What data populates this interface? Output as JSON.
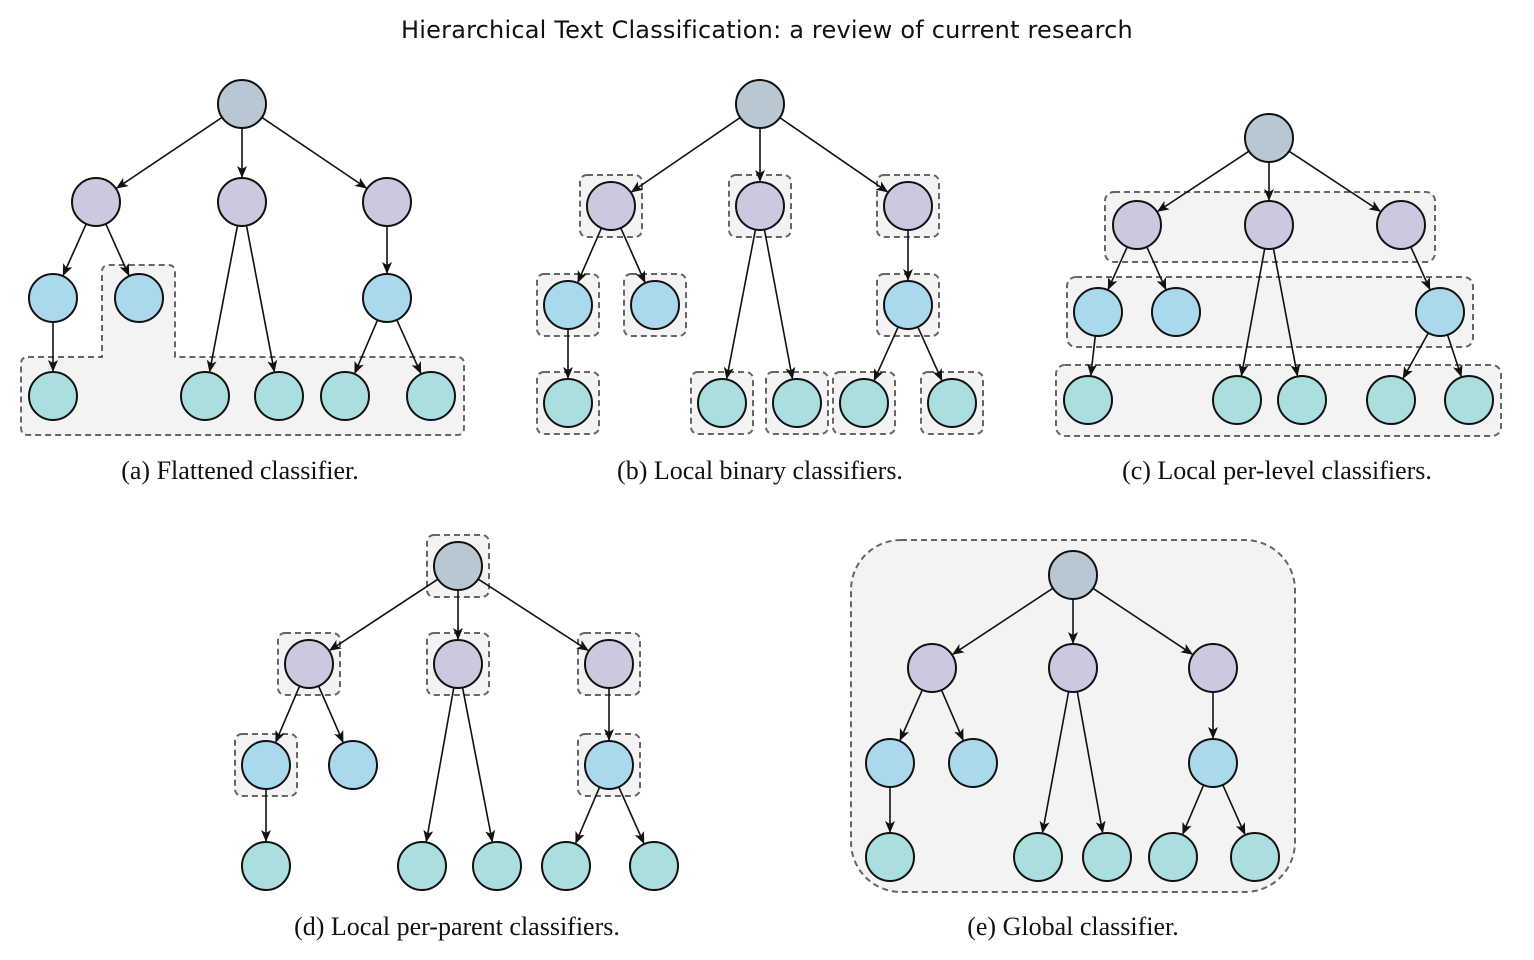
{
  "title": "Hierarchical Text Classification: a review of current research",
  "colors": {
    "root": "#b8c7d1",
    "level1": "#ccc8e0",
    "level2": "#aad8ec",
    "level3": "#abdfdf",
    "group_fill": "#f3f3f3",
    "group_stroke": "#666666",
    "edge": "#111111"
  },
  "panels": [
    {
      "id": "a",
      "caption": "(a) Flattened classifier."
    },
    {
      "id": "b",
      "caption": "(b) Local binary classifiers."
    },
    {
      "id": "c",
      "caption": "(c) Local per-level classifiers."
    },
    {
      "id": "d",
      "caption": "(d) Local per-parent classifiers."
    },
    {
      "id": "e",
      "caption": "(e) Global classifier."
    }
  ]
}
